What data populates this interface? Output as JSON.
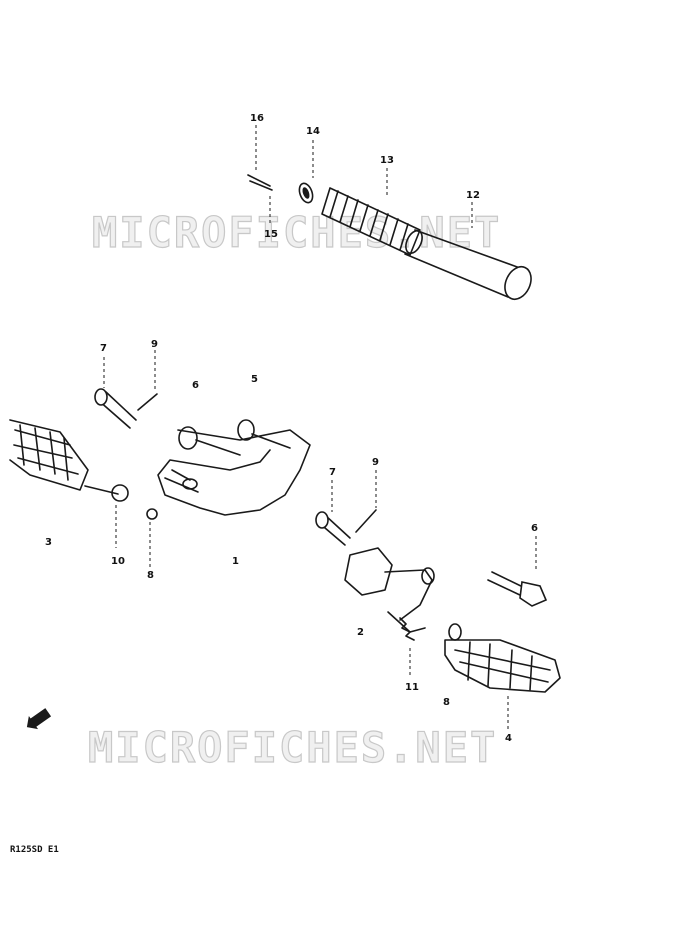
{
  "watermarks": [
    "MICROFICHES.NET",
    "MICROFICHES.NET"
  ],
  "diagram_code": "R125SD E1",
  "callouts": {
    "c16": "16",
    "c14": "14",
    "c13": "13",
    "c12": "12",
    "c15": "15",
    "c7a": "7",
    "c9a": "9",
    "c6a": "6",
    "c5": "5",
    "c7b": "7",
    "c9b": "9",
    "c3": "3",
    "c10": "10",
    "c8a": "8",
    "c1": "1",
    "c6b": "6",
    "c2": "2",
    "c11": "11",
    "c8b": "8",
    "c4": "4"
  },
  "icons": [
    "front-direction-arrow-icon"
  ]
}
